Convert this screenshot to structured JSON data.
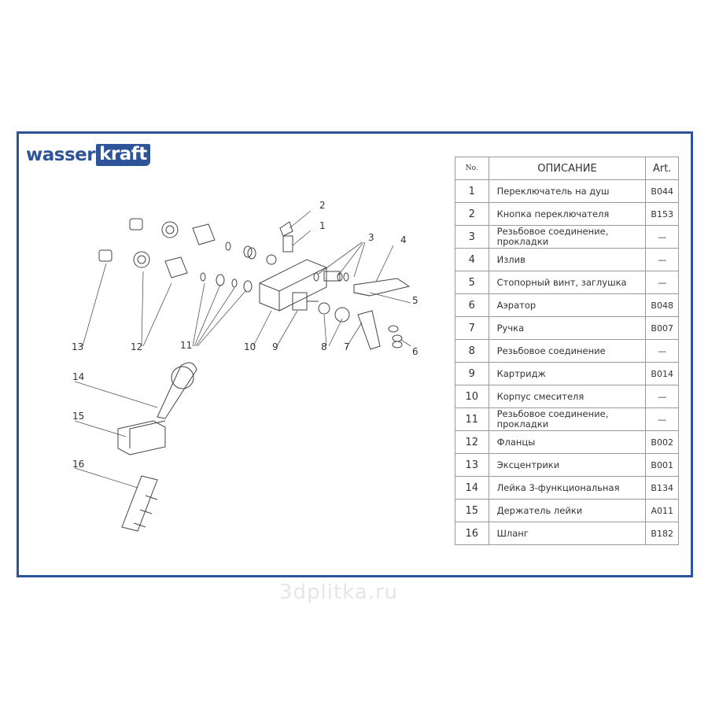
{
  "logo": {
    "part1": "wasser",
    "part2": "kraft",
    "brand_color": "#2d5398"
  },
  "table": {
    "headers": {
      "no": "No.",
      "description": "ОПИСАНИЕ",
      "art": "Art."
    },
    "rows": [
      {
        "no": "1",
        "description": "Переключатель на душ",
        "art": "B044"
      },
      {
        "no": "2",
        "description": "Кнопка переключателя",
        "art": "B153"
      },
      {
        "no": "3",
        "description": "Резьбовое соединение, прокладки",
        "art": "—"
      },
      {
        "no": "4",
        "description": "Излив",
        "art": "—"
      },
      {
        "no": "5",
        "description": "Стопорный винт, заглушка",
        "art": "—"
      },
      {
        "no": "6",
        "description": "Аэратор",
        "art": "B048"
      },
      {
        "no": "7",
        "description": "Ручка",
        "art": "B007"
      },
      {
        "no": "8",
        "description": "Резьбовое соединение",
        "art": "—"
      },
      {
        "no": "9",
        "description": "Картридж",
        "art": "B014"
      },
      {
        "no": "10",
        "description": "Корпус смесителя",
        "art": "—"
      },
      {
        "no": "11",
        "description": "Резьбовое соединение, прокладки",
        "art": "—"
      },
      {
        "no": "12",
        "description": "Фланцы",
        "art": "B002"
      },
      {
        "no": "13",
        "description": "Эксцентрики",
        "art": "B001"
      },
      {
        "no": "14",
        "description": "Лейка 3-функциональная",
        "art": "B134"
      },
      {
        "no": "15",
        "description": "Держатель лейки",
        "art": "A011"
      },
      {
        "no": "16",
        "description": "Шланг",
        "art": "B182"
      }
    ]
  },
  "callouts": [
    "1",
    "2",
    "3",
    "4",
    "5",
    "6",
    "7",
    "8",
    "9",
    "10",
    "11",
    "12",
    "13",
    "14",
    "15",
    "16"
  ],
  "watermark": "3dplitka.ru"
}
